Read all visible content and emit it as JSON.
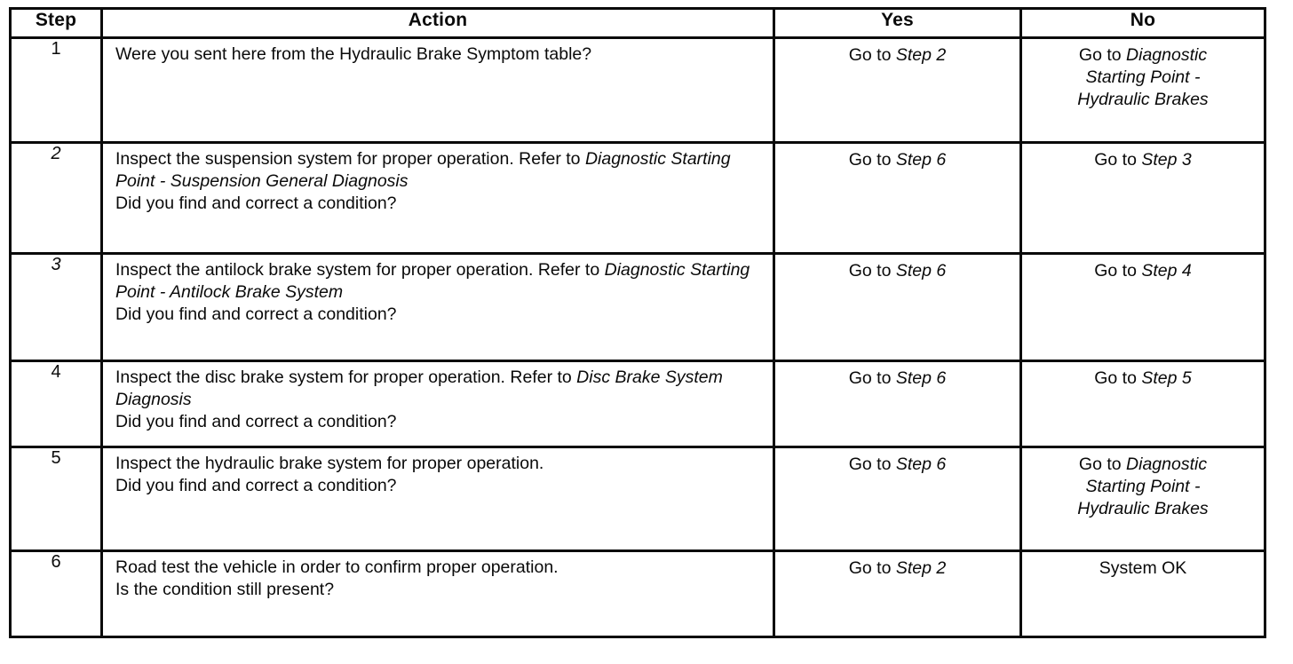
{
  "table": {
    "headers": {
      "step": "Step",
      "action": "Action",
      "yes": "Yes",
      "no": "No"
    },
    "rows": [
      {
        "step": "1",
        "step_italic": false,
        "action_main": [
          {
            "text": "Were you sent here from the Hydraulic Brake Symptom table?",
            "italic": false
          }
        ],
        "action_question": "",
        "yes": [
          {
            "text": "Go to ",
            "italic": false
          },
          {
            "text": "Step 2",
            "italic": true
          }
        ],
        "yes_align": "bottom",
        "no": [
          {
            "text": "Go to ",
            "italic": false
          },
          {
            "text": "Diagnostic Starting Point - Hydraulic Brakes",
            "italic": true
          }
        ],
        "no_align": "top"
      },
      {
        "step": "2",
        "step_italic": true,
        "action_main": [
          {
            "text": "Inspect the suspension system for proper operation. Refer to ",
            "italic": false
          },
          {
            "text": "Diagnostic Starting Point - Suspension General Diagnosis",
            "italic": true
          }
        ],
        "action_question": "Did you find and correct a condition?",
        "yes": [
          {
            "text": "Go to ",
            "italic": false
          },
          {
            "text": "Step 6",
            "italic": true
          }
        ],
        "yes_align": "bottom",
        "no": [
          {
            "text": "Go to ",
            "italic": false
          },
          {
            "text": "Step 3",
            "italic": true
          }
        ],
        "no_align": "bottom"
      },
      {
        "step": "3",
        "step_italic": true,
        "action_main": [
          {
            "text": "Inspect the antilock brake system for proper operation. Refer to ",
            "italic": false
          },
          {
            "text": "Diagnostic Starting Point - Antilock Brake System",
            "italic": true
          }
        ],
        "action_question": "Did you find and correct a condition?",
        "yes": [
          {
            "text": "Go to ",
            "italic": false
          },
          {
            "text": "Step 6",
            "italic": true
          }
        ],
        "yes_align": "bottom",
        "no": [
          {
            "text": "Go to ",
            "italic": false
          },
          {
            "text": "Step 4",
            "italic": true
          }
        ],
        "no_align": "bottom"
      },
      {
        "step": "4",
        "step_italic": false,
        "action_main": [
          {
            "text": "Inspect the disc brake system for proper operation. Refer to ",
            "italic": false
          },
          {
            "text": "Disc Brake System Diagnosis",
            "italic": true
          }
        ],
        "action_question": "Did you find and correct a condition?",
        "yes": [
          {
            "text": "Go to ",
            "italic": false
          },
          {
            "text": "Step 6",
            "italic": true
          }
        ],
        "yes_align": "bottom",
        "no": [
          {
            "text": "Go to ",
            "italic": false
          },
          {
            "text": "Step 5",
            "italic": true
          }
        ],
        "no_align": "bottom"
      },
      {
        "step": "5",
        "step_italic": false,
        "action_main": [
          {
            "text": "Inspect the hydraulic brake system for proper operation.",
            "italic": false
          }
        ],
        "action_question": "Did you find and correct a condition?",
        "yes": [
          {
            "text": "Go to ",
            "italic": false
          },
          {
            "text": "Step 6",
            "italic": true
          }
        ],
        "yes_align": "bottom",
        "no": [
          {
            "text": "Go to ",
            "italic": false
          },
          {
            "text": "Diagnostic Starting Point - Hydraulic Brakes",
            "italic": true
          }
        ],
        "no_align": "top"
      },
      {
        "step": "6",
        "step_italic": false,
        "action_main": [
          {
            "text": "Road test the vehicle in order to confirm proper operation.",
            "italic": false
          }
        ],
        "action_question": "Is the condition still present?",
        "yes": [
          {
            "text": "Go to ",
            "italic": false
          },
          {
            "text": "Step 2",
            "italic": true
          }
        ],
        "yes_align": "bottom",
        "no": [
          {
            "text": "System OK",
            "italic": false
          }
        ],
        "no_align": "bottom"
      }
    ]
  },
  "colors": {
    "border": "#0a0a0a",
    "text": "#0a0a0a",
    "background": "#ffffff"
  }
}
